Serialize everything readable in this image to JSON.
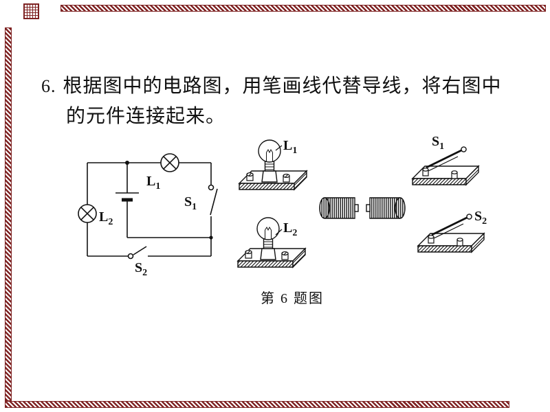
{
  "problem": {
    "number": "6.",
    "line1": "根据图中的电路图，用笔画线代替导线，将右图中",
    "line2": "的元件连接起来。",
    "caption": "第 6 题图"
  },
  "labels": {
    "l1": {
      "base": "L",
      "sub": "1"
    },
    "l2": {
      "base": "L",
      "sub": "2"
    },
    "s1": {
      "base": "S",
      "sub": "1"
    },
    "s2": {
      "base": "S",
      "sub": "2"
    }
  },
  "colors": {
    "border": "#7e2222",
    "ink": "#111111",
    "background": "#ffffff"
  }
}
